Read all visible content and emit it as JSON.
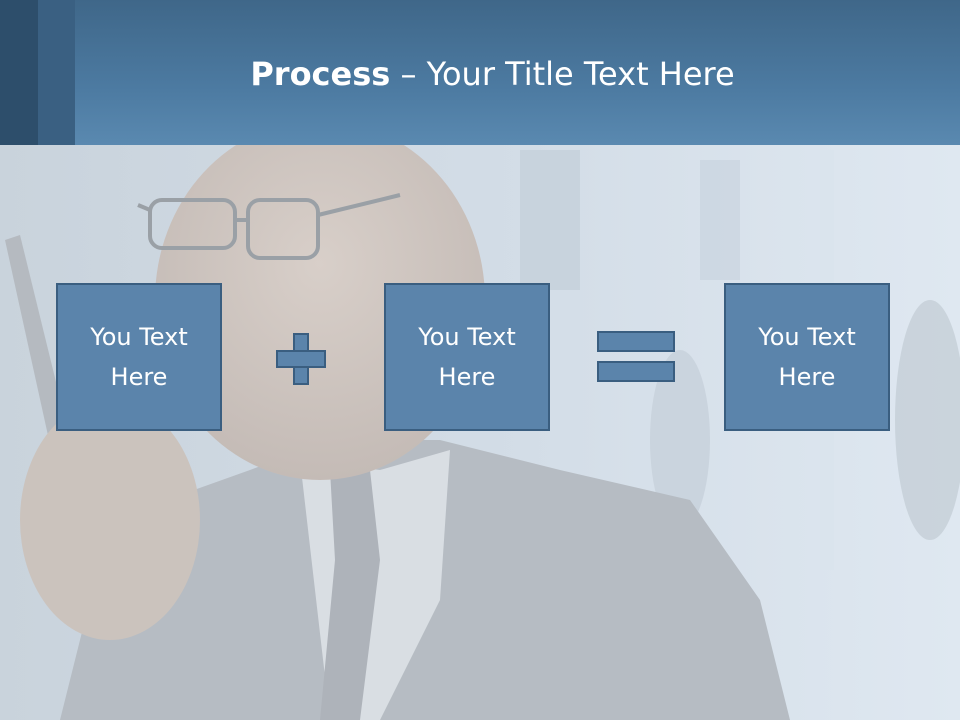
{
  "title": {
    "bold": "Process",
    "rest": " – Your Title Text Here"
  },
  "boxes": [
    {
      "text": "You Text Here"
    },
    {
      "text": "You Text Here"
    },
    {
      "text": "You Text Here"
    }
  ],
  "colors": {
    "header": "#4c7aa1",
    "box_fill": "#5b84ab",
    "box_border": "#3a5e80",
    "text": "#ffffff"
  },
  "icons": [
    "plus-icon",
    "equals-icon"
  ]
}
